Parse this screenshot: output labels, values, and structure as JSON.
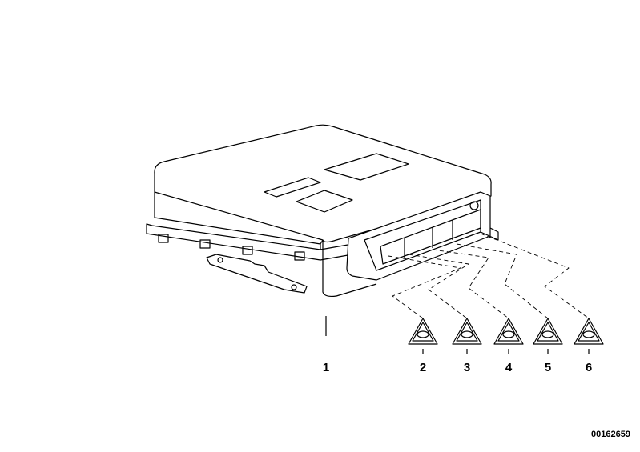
{
  "diagram": {
    "part_labels": [
      "1",
      "2",
      "3",
      "4",
      "5",
      "6"
    ],
    "diagram_number": "00162659",
    "callouts": [
      {
        "label": "1",
        "item": "control-unit"
      },
      {
        "label": "2",
        "item": "warning-symbol"
      },
      {
        "label": "3",
        "item": "warning-symbol"
      },
      {
        "label": "4",
        "item": "warning-symbol"
      },
      {
        "label": "5",
        "item": "warning-symbol"
      },
      {
        "label": "6",
        "item": "warning-symbol"
      }
    ]
  }
}
